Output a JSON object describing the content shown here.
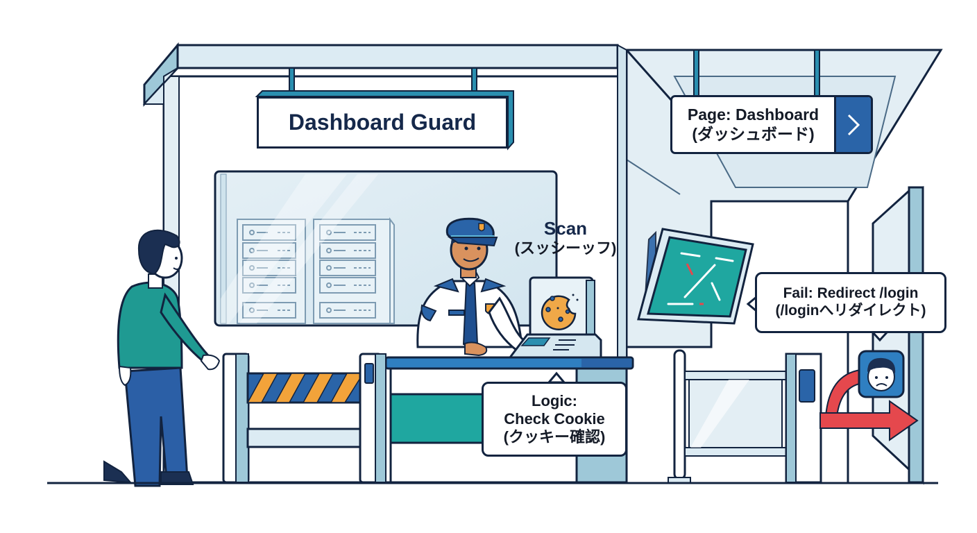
{
  "scene": {
    "title": "Dashboard Guard",
    "description": "Security guard checkpoint illustrating a dashboard route guard that checks a cookie and redirects to /login on failure"
  },
  "signs": {
    "main_sign": "Dashboard Guard",
    "page_sign": {
      "line1": "Page: Dashboard",
      "line2": "(ダッシュボード)",
      "icon": "chevron-right-icon"
    }
  },
  "labels": {
    "scan": {
      "en": "Scan",
      "jp": "(スッシーッフ)"
    },
    "logic": {
      "line1": "Logic:",
      "line2": "Check Cookie",
      "line3": "(クッキー確認)"
    },
    "fail": {
      "line1": "Fail: Redirect /login",
      "line2": "(/loginへリダイレクト)"
    }
  },
  "icons": {
    "cookie": "cookie-icon",
    "sad_face": "sad-face-icon",
    "redirect_arrow": "redirect-arrow-icon",
    "monitor": "monitor-icon",
    "server_rack": "server-rack-icon"
  },
  "colors": {
    "outline": "#12233f",
    "navy_text": "#15284a",
    "light_blue": "#dcebf3",
    "mid_blue": "#9ec8d8",
    "brand_blue": "#2a64a8",
    "desk_blue": "#2f7fc1",
    "teal": "#1fa7a0",
    "shirt_teal": "#1f9a92",
    "pants_blue": "#2b5fa6",
    "stripe_orange": "#f2a33a",
    "cookie_orange": "#f0a848",
    "arrow_red": "#e5484d",
    "skin": "#d9925e"
  }
}
